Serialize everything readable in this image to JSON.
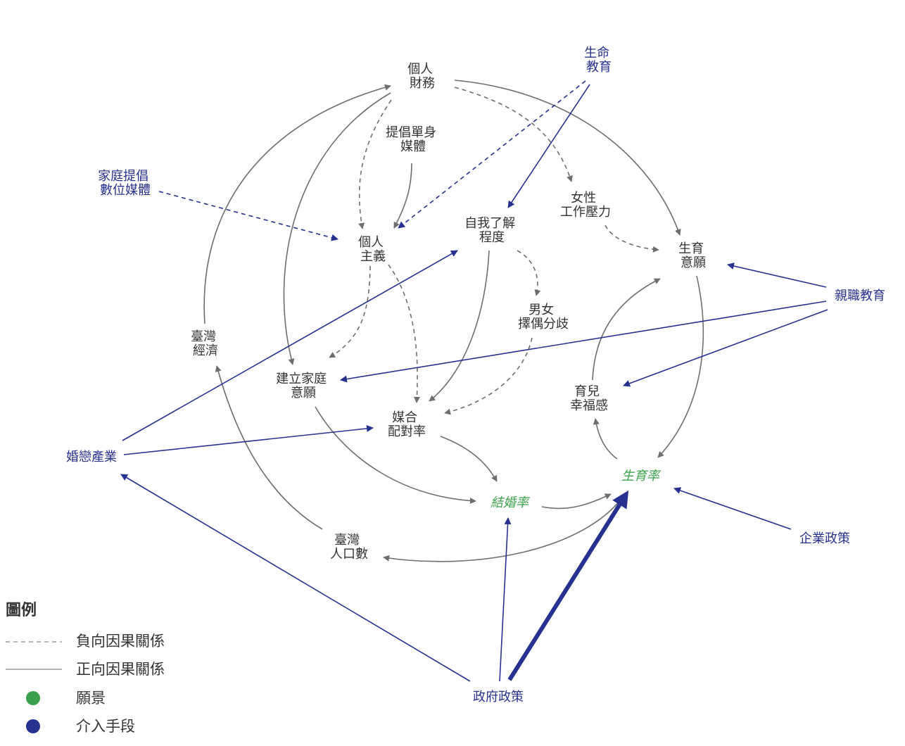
{
  "colors": {
    "causal": "#6e6e6e",
    "intervention": "#27318f",
    "vision": "#3aa14a",
    "text": "#333333"
  },
  "nodes": {
    "personal_finance": [
      "個人",
      "財務"
    ],
    "life_education": [
      "生命",
      "教育"
    ],
    "single_media": [
      "提倡單身",
      "媒體"
    ],
    "family_media": [
      "家庭提倡",
      "數位媒體"
    ],
    "individualism": [
      "個人",
      "主義"
    ],
    "self_understanding": [
      "自我了解",
      "程度"
    ],
    "female_work_pressure": [
      "女性",
      "工作壓力"
    ],
    "fertility_will": [
      "生育",
      "意願"
    ],
    "parenting_education": [
      "親職教育"
    ],
    "taiwan_economy": [
      "臺灣",
      "經濟"
    ],
    "mate_divergence": [
      "男女",
      "擇偶分歧"
    ],
    "family_will": [
      "建立家庭",
      "意願"
    ],
    "childcare_happiness": [
      "育兒",
      "幸福感"
    ],
    "matching_rate": [
      "媒合",
      "配對率"
    ],
    "dating_industry": [
      "婚戀產業"
    ],
    "fertility_rate": [
      "生育率"
    ],
    "marriage_rate": [
      "結婚率"
    ],
    "taiwan_population": [
      "臺灣",
      "人口數"
    ],
    "corporate_policy": [
      "企業政策"
    ],
    "government_policy": [
      "政府政策"
    ]
  },
  "legend": {
    "title": "圖例",
    "items": [
      {
        "label": "負向因果關係"
      },
      {
        "label": "正向因果關係"
      },
      {
        "label": "願景"
      },
      {
        "label": "介入手段"
      }
    ]
  }
}
